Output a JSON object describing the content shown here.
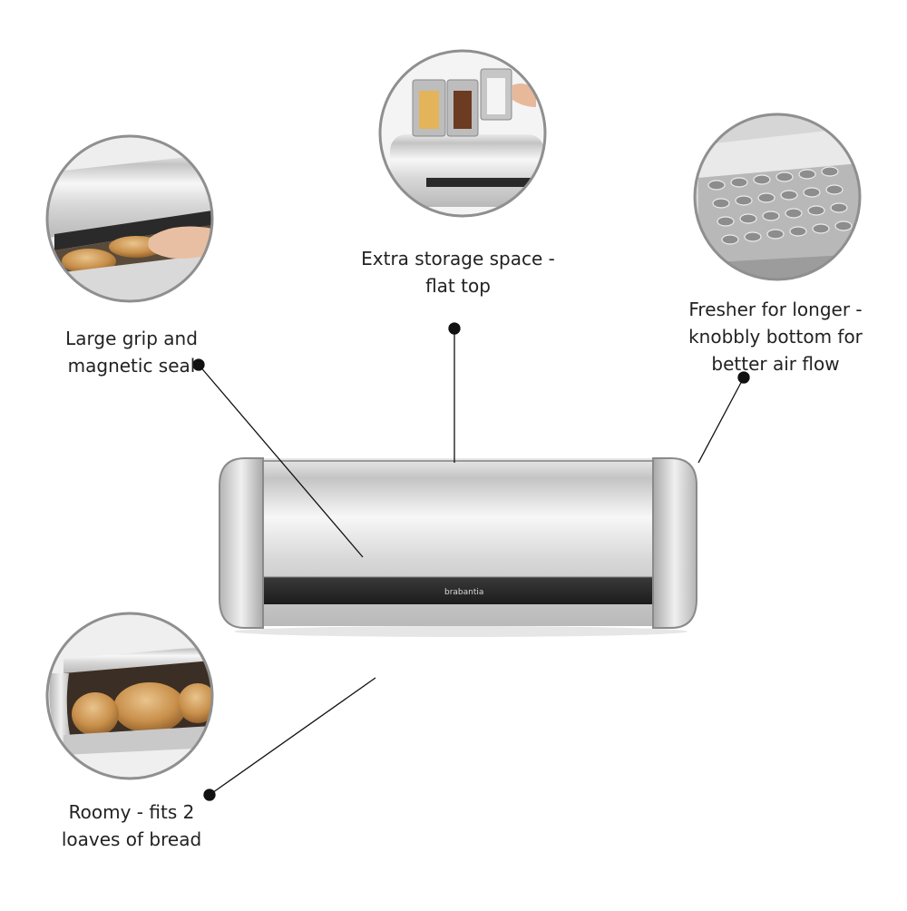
{
  "features": {
    "flat_top": {
      "line1": "Extra storage space -",
      "line2": "flat top"
    },
    "grip": {
      "line1": "Large grip and",
      "line2": "magnetic seal"
    },
    "fresher": {
      "line1": "Fresher for longer -",
      "line2": "knobbly bottom for",
      "line3": "better air flow"
    },
    "roomy": {
      "line1": "Roomy - fits 2",
      "line2": "loaves of bread"
    }
  },
  "product": {
    "brand": "brabantia"
  },
  "colors": {
    "steel_light": "#eeeeee",
    "steel_mid": "#c9c9c9",
    "steel_dark": "#8a8a8a",
    "handle": "#2c2c2c",
    "callout_line": "#111111",
    "bubble_border": "#8f8f8f"
  }
}
